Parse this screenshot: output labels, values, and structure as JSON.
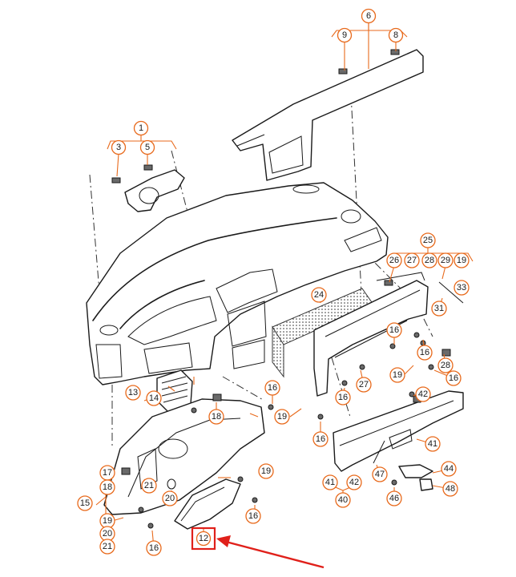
{
  "callouts": [
    {
      "id": "c6",
      "label": "6"
    },
    {
      "id": "c9",
      "label": "9"
    },
    {
      "id": "c8",
      "label": "8"
    },
    {
      "id": "c1",
      "label": "1"
    },
    {
      "id": "c3",
      "label": "3"
    },
    {
      "id": "c5",
      "label": "5"
    },
    {
      "id": "c25",
      "label": "25"
    },
    {
      "id": "c26",
      "label": "26"
    },
    {
      "id": "c27a",
      "label": "27"
    },
    {
      "id": "c28a",
      "label": "28"
    },
    {
      "id": "c29",
      "label": "29"
    },
    {
      "id": "c19a",
      "label": "19"
    },
    {
      "id": "c33",
      "label": "33"
    },
    {
      "id": "c31",
      "label": "31"
    },
    {
      "id": "c24",
      "label": "24"
    },
    {
      "id": "c16a",
      "label": "16"
    },
    {
      "id": "c28b",
      "label": "28"
    },
    {
      "id": "c16b",
      "label": "16"
    },
    {
      "id": "c19b",
      "label": "19"
    },
    {
      "id": "c16c",
      "label": "16"
    },
    {
      "id": "c27b",
      "label": "27"
    },
    {
      "id": "c16d",
      "label": "16"
    },
    {
      "id": "c42a",
      "label": "42"
    },
    {
      "id": "c16e",
      "label": "16"
    },
    {
      "id": "c19c",
      "label": "19"
    },
    {
      "id": "c16f",
      "label": "16"
    },
    {
      "id": "c13",
      "label": "13"
    },
    {
      "id": "c14",
      "label": "14"
    },
    {
      "id": "c18a",
      "label": "18"
    },
    {
      "id": "c41a",
      "label": "41"
    },
    {
      "id": "c47",
      "label": "47"
    },
    {
      "id": "c44",
      "label": "44"
    },
    {
      "id": "c48",
      "label": "48"
    },
    {
      "id": "c46",
      "label": "46"
    },
    {
      "id": "c41b",
      "label": "41"
    },
    {
      "id": "c42b",
      "label": "42"
    },
    {
      "id": "c40",
      "label": "40"
    },
    {
      "id": "c17",
      "label": "17"
    },
    {
      "id": "c18b",
      "label": "18"
    },
    {
      "id": "c15",
      "label": "15"
    },
    {
      "id": "c21a",
      "label": "21"
    },
    {
      "id": "c20a",
      "label": "20"
    },
    {
      "id": "c19d",
      "label": "19"
    },
    {
      "id": "c16g",
      "label": "16"
    },
    {
      "id": "c19e",
      "label": "19"
    },
    {
      "id": "c20b",
      "label": "20"
    },
    {
      "id": "c21b",
      "label": "21"
    },
    {
      "id": "c16h",
      "label": "16"
    }
  ],
  "highlight": {
    "label": "12"
  },
  "colors": {
    "callout_stroke": "#e86a1c",
    "highlight": "#e0201a",
    "line_art": "#1a1a1a"
  }
}
